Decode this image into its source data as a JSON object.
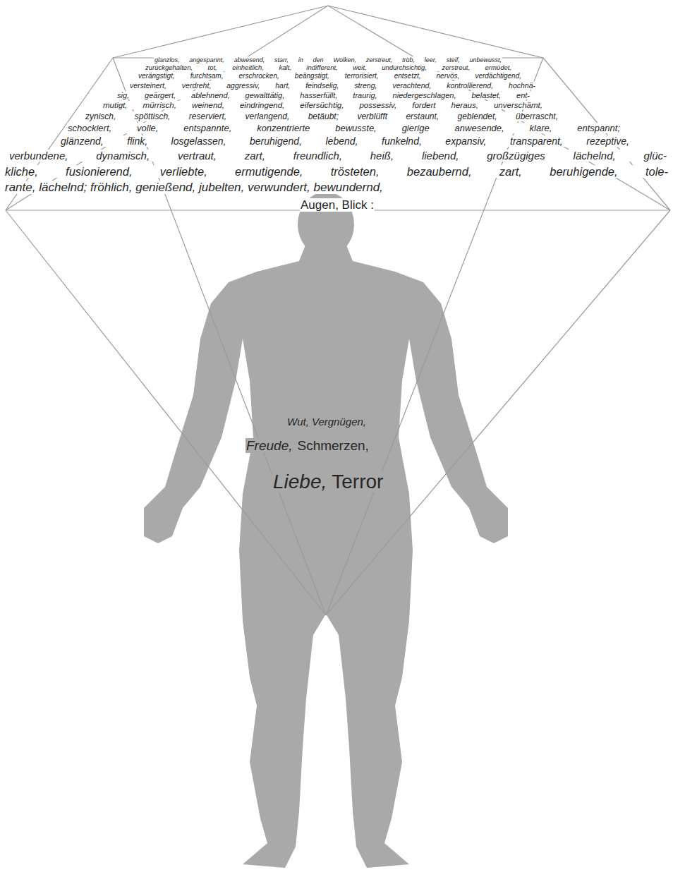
{
  "diagram": {
    "labels": [
      "glanzlos, angespannt, abwesend, starr, in den Wolken, zerstreut, trüb, leer, steif, unbewusst,",
      "zurückgehalten, tot, einheitlich, kalt, indifferent, weit, undurchsichtig, zerstreut, ermüdet,",
      "verängstigt, furchtsam, erschrocken, beängstigt, terrorisiert, entsetzt, nervös, verdächtigend,",
      "versteinert, verdreht, aggressiv, hart, feindselig, streng, verachtend, kontrollierend, hochnä-",
      "sig, geärgert, ablehnend, gewalttätig, hasserfüllt, traurig, niedergeschlagen, belastet, ent-",
      "mutigt, mürrisch, weinend, eindringend, eifersüchtig, possessiv, fordert heraus, unverschämt,",
      "zynisch, spöttisch, reserviert, verlangend, betäubt; verblüfft erstaunt, geblendet, überrascht,",
      "schockiert, volle, entspannte, konzentrierte bewusste, gierige anwesende, klare, entspannt;",
      "glänzend, flink, losgelassen, beruhigend, lebend, funkelnd, expansiv, transparent, rezeptive,",
      "verbundene, dynamisch, vertraut, zart, freundlich, heiß, liebend, großzügiges lächelnd, glüc-",
      "kliche, fusionierend, verliebte, ermutigende, trösteten, bezaubernd, zart, beruhigende, tole-",
      "rante, lächelnd; fröhlich, genießend, jubelten, verwundert, bewundernd,",
      "Augen, Blick :",
      "Wut, Vergnügen,",
      "Freude,",
      "Schmerzen,",
      "Liebe,",
      "Terror"
    ]
  }
}
